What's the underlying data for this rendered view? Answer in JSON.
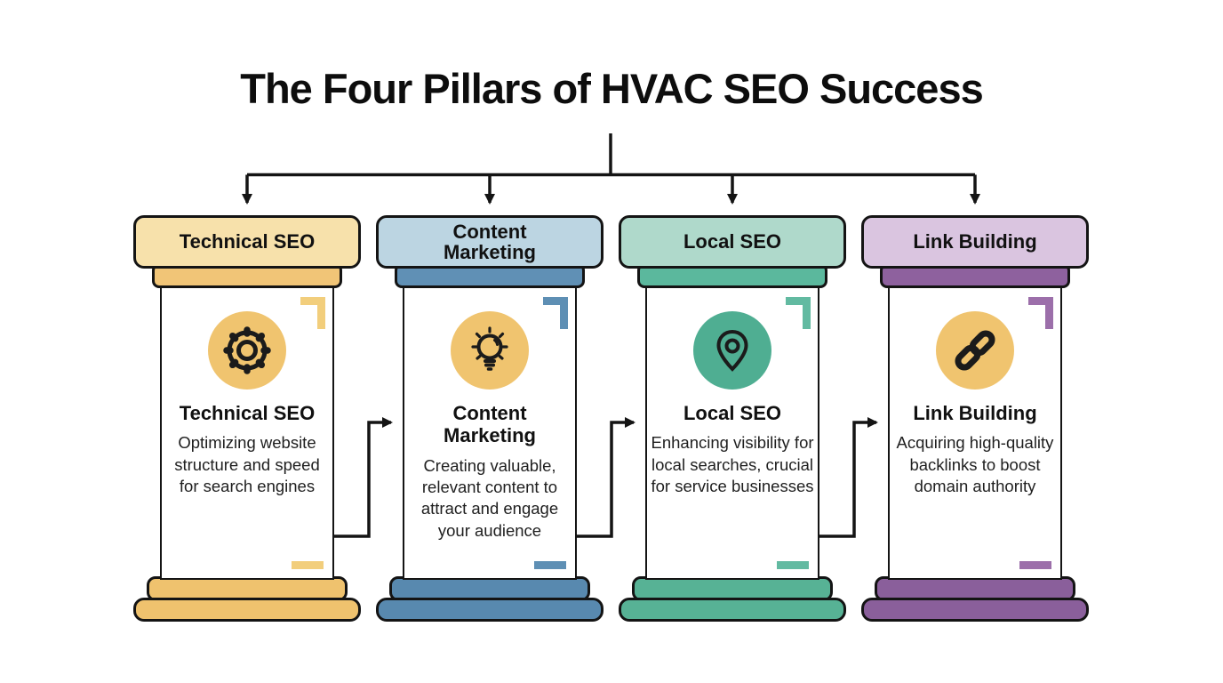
{
  "title": "The Four Pillars of HVAC SEO Success",
  "line_color": "#141414",
  "pillars": [
    {
      "header": "Technical SEO",
      "name": "Technical SEO",
      "description": "Optimizing website structure and speed for search engines",
      "icon": "gear-icon",
      "colors": {
        "capital": "#F7E1AB",
        "band": "#F1C577",
        "base": "#EFC26E",
        "icon_bg": "#F0C46F",
        "accent": "#F2CE7C"
      }
    },
    {
      "header": "Content Marketing",
      "name": "Content Marketing",
      "description": "Creating valuable, relevant content to attract and engage your audience",
      "icon": "lightbulb-icon",
      "colors": {
        "capital": "#BCD5E2",
        "band": "#6090B5",
        "base": "#5889AF",
        "icon_bg": "#F0C46F",
        "accent": "#5E8FB4"
      }
    },
    {
      "header": "Local SEO",
      "name": "Local SEO",
      "description": "Enhancing visibility for local searches, crucial for service businesses",
      "icon": "location-pin-icon",
      "colors": {
        "capital": "#AFD9CB",
        "band": "#5BB89D",
        "base": "#57B295",
        "icon_bg": "#4FAE92",
        "accent": "#62BAA1"
      }
    },
    {
      "header": "Link Building",
      "name": "Link Building",
      "description": "Acquiring high-quality backlinks to boost domain authority",
      "icon": "chain-link-icon",
      "colors": {
        "capital": "#DAC5E0",
        "band": "#8E619E",
        "base": "#8A5F9B",
        "icon_bg": "#F0C46F",
        "accent": "#9C6FAA"
      }
    }
  ]
}
